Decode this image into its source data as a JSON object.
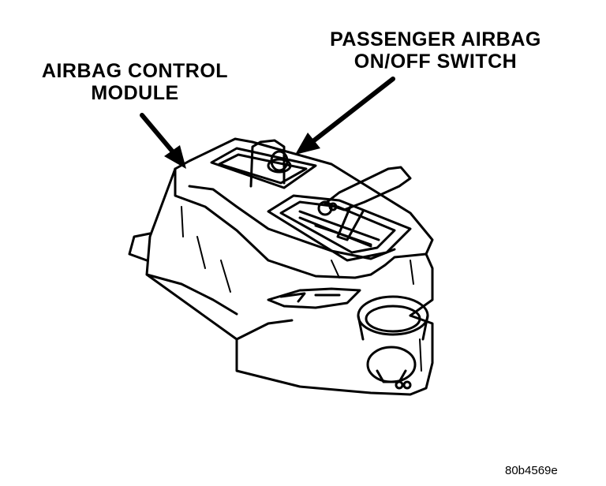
{
  "labels": {
    "airbag_control_module": [
      "AIRBAG CONTROL",
      "MODULE"
    ],
    "passenger_switch": [
      "PASSENGER AIRBAG",
      "ON/OFF SWITCH"
    ]
  },
  "figure_code": "80b4569e",
  "colors": {
    "ink": "#000000",
    "paper": "#ffffff"
  }
}
